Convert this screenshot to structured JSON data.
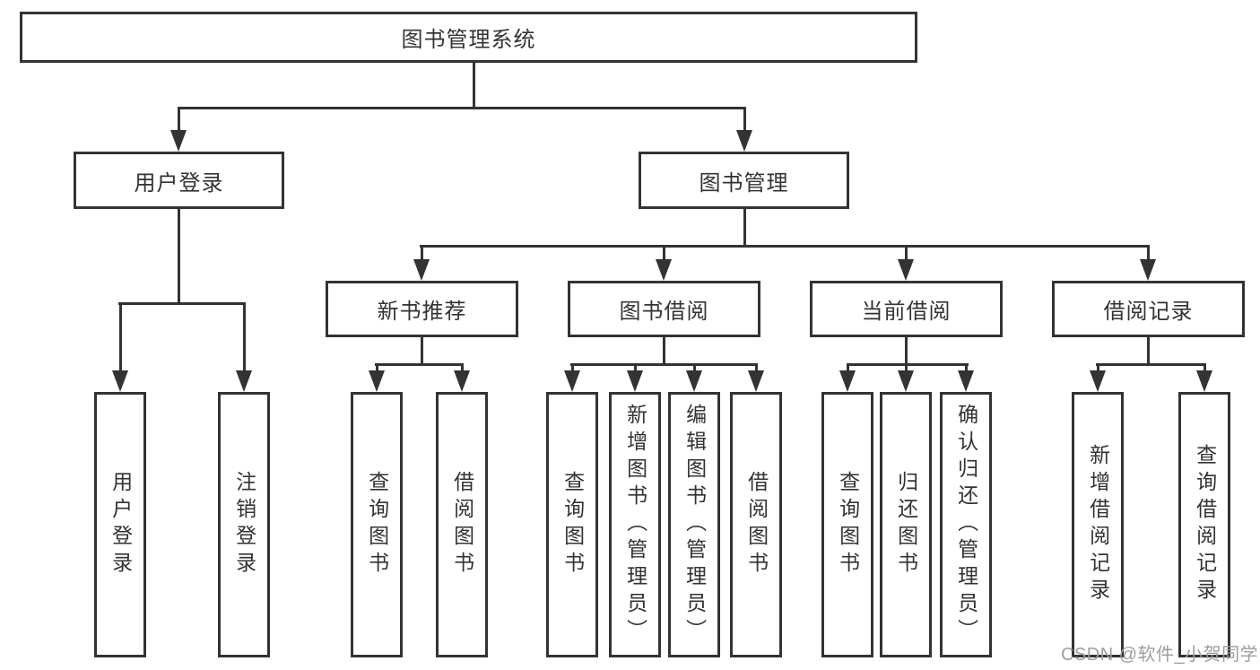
{
  "diagram": {
    "root": {
      "label": "图书管理系统"
    },
    "branches": [
      {
        "label": "用户登录",
        "children": [
          {
            "label": "用户登录"
          },
          {
            "label": "注销登录"
          }
        ]
      },
      {
        "label": "图书管理",
        "children": [
          {
            "label": "新书推荐",
            "children": [
              {
                "label": "查询图书"
              },
              {
                "label": "借阅图书"
              }
            ]
          },
          {
            "label": "图书借阅",
            "children": [
              {
                "label": "查询图书"
              },
              {
                "label": "新增图书（管理员）"
              },
              {
                "label": "编辑图书（管理员）"
              },
              {
                "label": "借阅图书"
              }
            ]
          },
          {
            "label": "当前借阅",
            "children": [
              {
                "label": "查询图书"
              },
              {
                "label": "归还图书"
              },
              {
                "label": "确认归还（管理员）"
              }
            ]
          },
          {
            "label": "借阅记录",
            "children": [
              {
                "label": "新增借阅记录"
              },
              {
                "label": "查询借阅记录"
              }
            ]
          }
        ]
      }
    ]
  },
  "watermark": {
    "text": "CSDN @软件_小贺同学"
  },
  "colors": {
    "line": "#333333",
    "box_border": "#333333",
    "box_fill": "#ffffff",
    "text": "#333333",
    "watermark": "#9e9e9e",
    "background": "#ffffff"
  }
}
